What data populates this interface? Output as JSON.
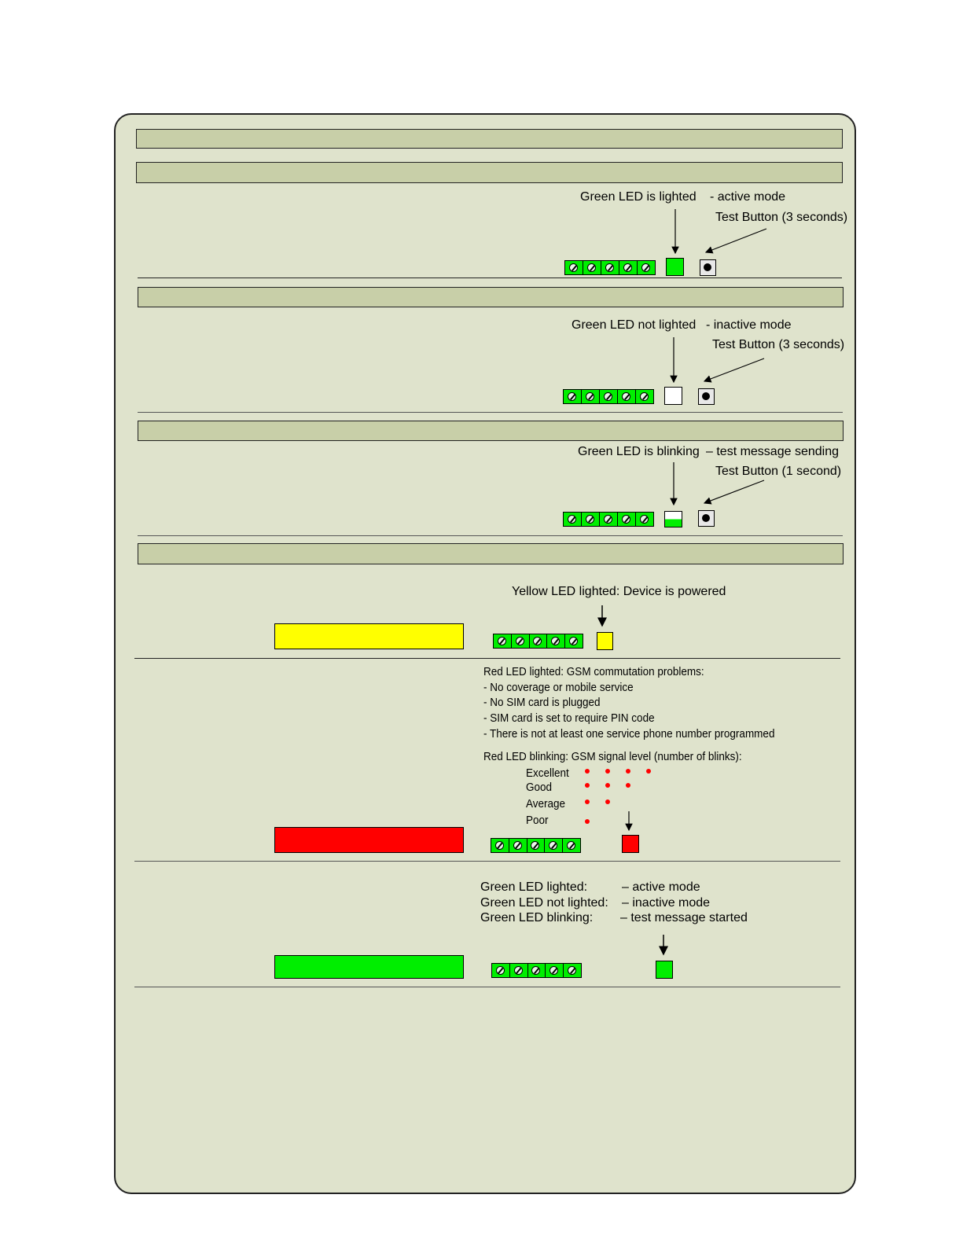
{
  "colors": {
    "panel_bg": "#dfe3cc",
    "header_bar": "#c8cfa8",
    "green": "#00ee00",
    "yellow": "#ffff00",
    "red": "#ff0000",
    "white": "#ffffff"
  },
  "section1": {
    "led_label": "Green LED is lighted",
    "led_status": "- active mode",
    "button_label": "Test Button (3 seconds)"
  },
  "section2": {
    "led_label": "Green LED not lighted",
    "led_status": "- inactive mode",
    "button_label": "Test Button (3 seconds)"
  },
  "section3": {
    "led_label": "Green LED is blinking",
    "led_status": "– test message sending",
    "button_label": "Test Button (1 second)"
  },
  "yellow_led": {
    "label": "Yellow LED lighted: Device is powered"
  },
  "red_led": {
    "lighted_title": "Red LED lighted:  GSM commutation problems:",
    "problems": [
      "- No coverage or mobile service",
      "- No SIM card is plugged",
      "- SIM card is set to require PIN code",
      "- There is not at least one service phone number programmed"
    ],
    "blinking_title": "Red LED blinking:  GSM signal level (number of blinks):",
    "levels": [
      {
        "name": "Excellent",
        "blinks": 4
      },
      {
        "name": "Good",
        "blinks": 3
      },
      {
        "name": "Average",
        "blinks": 2
      },
      {
        "name": "Poor",
        "blinks": 1
      }
    ]
  },
  "green_led": {
    "states": [
      {
        "label": "Green LED lighted:",
        "meaning": "– active mode"
      },
      {
        "label": "Green LED not lighted:",
        "meaning": "– inactive mode"
      },
      {
        "label": "Green LED blinking:",
        "meaning": "– test message started"
      }
    ]
  }
}
